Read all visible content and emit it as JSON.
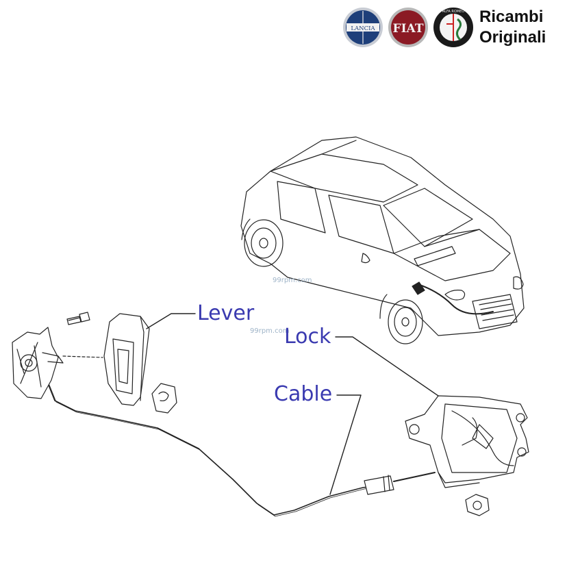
{
  "header": {
    "brand_line1": "Ricambi",
    "brand_line2": "Originali",
    "badges": [
      {
        "name": "lancia",
        "text": "LANCIA",
        "color": "#1e3f7a"
      },
      {
        "name": "fiat",
        "text": "FIAT",
        "color": "#8b1a24"
      },
      {
        "name": "alfa-romeo",
        "text": "ALFA ROMEO",
        "color": "#1a1a1a"
      }
    ]
  },
  "watermarks": [
    "99rpm.com",
    "99rpm.com"
  ],
  "callouts": {
    "lever": "Lever",
    "lock": "Lock",
    "cable": "Cable"
  },
  "colors": {
    "callout": "#3a3ab0",
    "line": "#222222"
  }
}
